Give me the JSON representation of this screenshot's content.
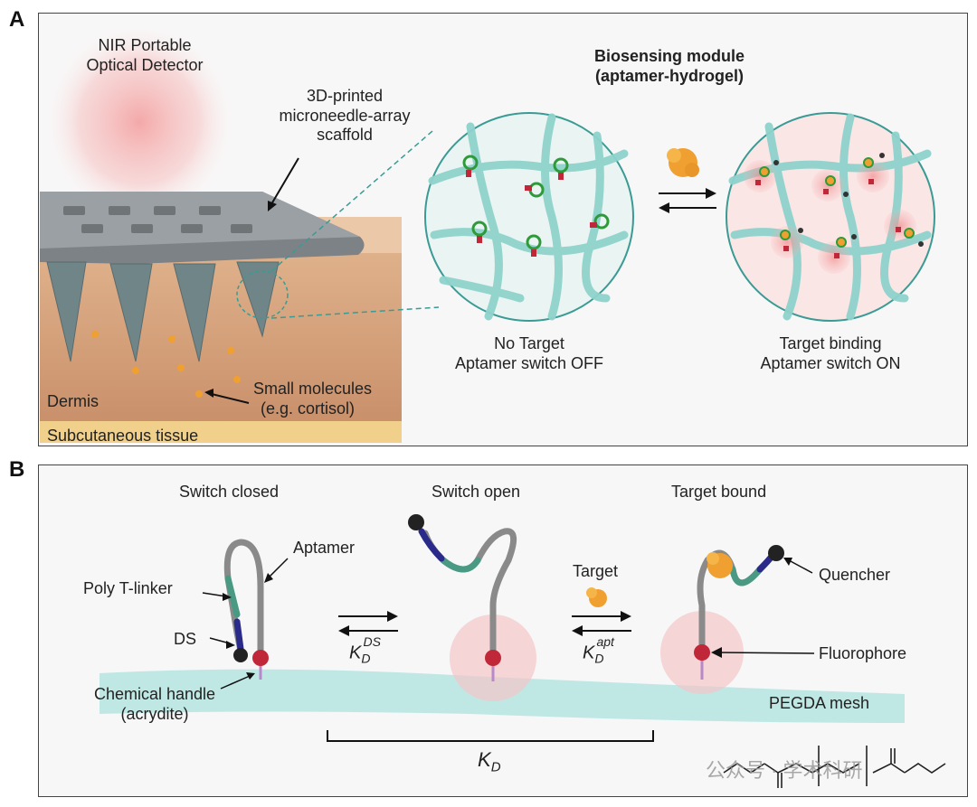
{
  "panel_a": {
    "letter": "A",
    "detector_label_line1": "NIR Portable",
    "detector_label_line2": "Optical Detector",
    "scaffold_line1": "3D-printed",
    "scaffold_line2": "microneedle-array",
    "scaffold_line3": "scaffold",
    "dermis": "Dermis",
    "small_molecules_line1": "Small molecules",
    "small_molecules_line2": "(e.g. cortisol)",
    "subcutaneous": "Subcutaneous tissue",
    "module_title_line1": "Biosensing module",
    "module_title_line2": "(aptamer-hydrogel)",
    "state_off_line1": "No Target",
    "state_off_line2": "Aptamer switch OFF",
    "state_on_line1": "Target binding",
    "state_on_line2": "Aptamer switch ON"
  },
  "panel_b": {
    "letter": "B",
    "switch_closed": "Switch closed",
    "switch_open": "Switch open",
    "target_bound": "Target bound",
    "aptamer": "Aptamer",
    "poly_t_linker": "Poly T-linker",
    "ds": "DS",
    "chemical_handle_line1": "Chemical handle",
    "chemical_handle_line2": "(acrydite)",
    "target": "Target",
    "quencher": "Quencher",
    "fluorophore": "Fluorophore",
    "pegda_mesh": "PEGDA mesh",
    "k_symbol": "K",
    "k_sub": "D",
    "ds_sup": "DS",
    "apt_sup": "apt"
  },
  "watermark": "公众号 · 学术科研",
  "colors": {
    "hydrogel_teal": "#8fd3cc",
    "aptamer_green": "#2e9a3a",
    "fluorophore_red": "#c0283a",
    "quencher_black": "#222222",
    "target_orange": "#f0a030",
    "skin_tan": "#c9906a"
  }
}
